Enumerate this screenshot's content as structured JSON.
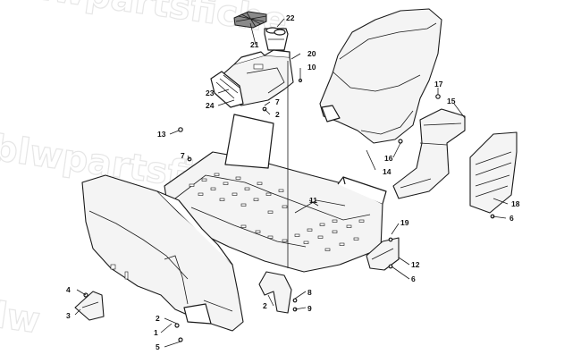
{
  "watermark": {
    "text_top": "blwpartsfiche",
    "text_mid": "blwpartsfiche",
    "text_bottom": "blw"
  },
  "callouts": [
    {
      "id": "c22a",
      "label": "22"
    },
    {
      "id": "c21",
      "label": "21"
    },
    {
      "id": "c20",
      "label": "20"
    },
    {
      "id": "c10",
      "label": "10"
    },
    {
      "id": "c23",
      "label": "23"
    },
    {
      "id": "c24",
      "label": "24"
    },
    {
      "id": "c7a",
      "label": "7"
    },
    {
      "id": "c2a",
      "label": "2"
    },
    {
      "id": "c13",
      "label": "13"
    },
    {
      "id": "c7b",
      "label": "7"
    },
    {
      "id": "c17",
      "label": "17"
    },
    {
      "id": "c15",
      "label": "15"
    },
    {
      "id": "c16",
      "label": "16"
    },
    {
      "id": "c14",
      "label": "14"
    },
    {
      "id": "c11",
      "label": "11"
    },
    {
      "id": "c18",
      "label": "18"
    },
    {
      "id": "c6a",
      "label": "6"
    },
    {
      "id": "c19",
      "label": "19"
    },
    {
      "id": "c12",
      "label": "12"
    },
    {
      "id": "c6b",
      "label": "6"
    },
    {
      "id": "c4",
      "label": "4"
    },
    {
      "id": "c3",
      "label": "3"
    },
    {
      "id": "c2b",
      "label": "2"
    },
    {
      "id": "c1",
      "label": "1"
    },
    {
      "id": "c5",
      "label": "5"
    },
    {
      "id": "c2c",
      "label": "2"
    },
    {
      "id": "c8",
      "label": "8"
    },
    {
      "id": "c9",
      "label": "9"
    }
  ]
}
